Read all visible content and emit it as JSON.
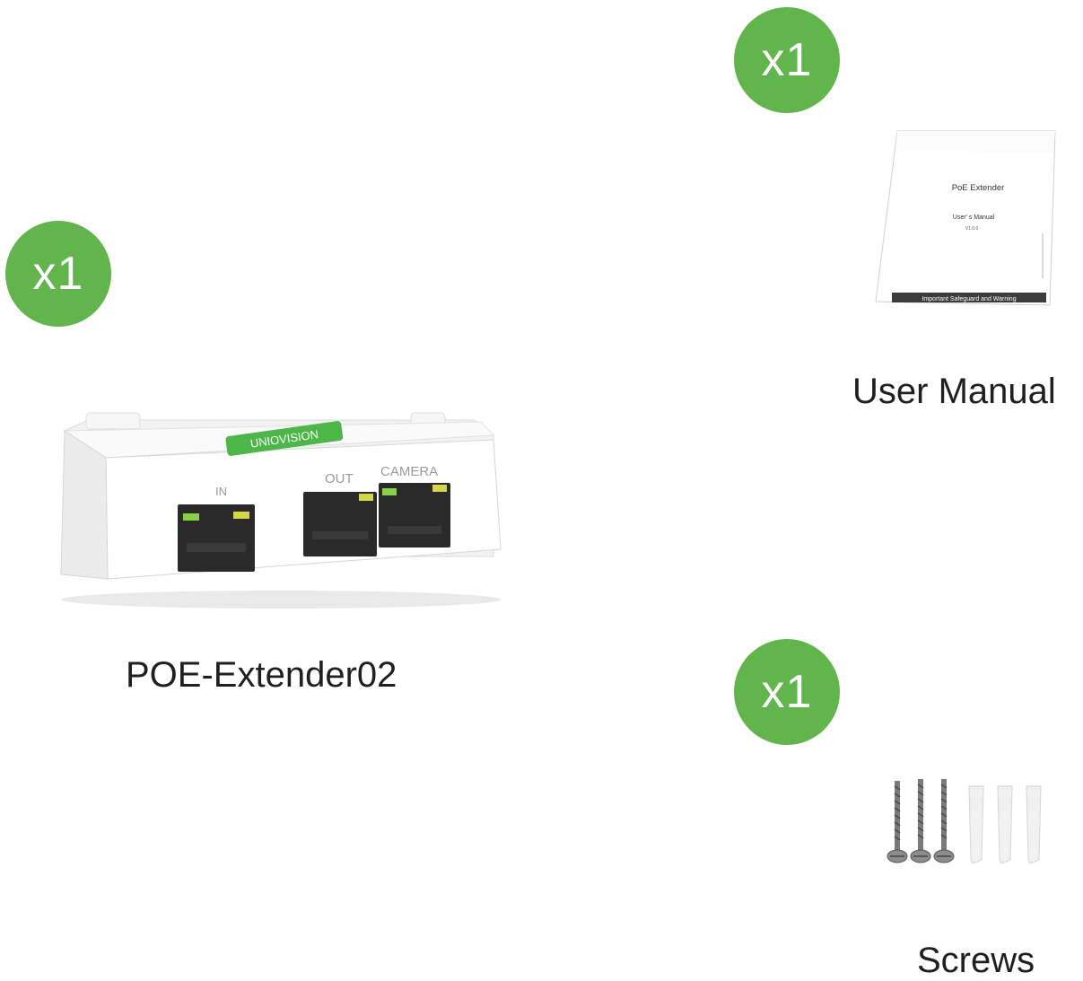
{
  "colors": {
    "badge_green": "#62b54c",
    "device_label_green": "#4cb649",
    "led_green": "#8ad04a",
    "led_yellow": "#d4d64a"
  },
  "items": [
    {
      "id": "device",
      "quantity": "x1",
      "label": "POE-Extender02",
      "device": {
        "brand": "UNIOVISION",
        "port_in": "IN",
        "port_out": "OUT",
        "port_camera": "CAMERA"
      }
    },
    {
      "id": "manual",
      "quantity": "x1",
      "label": "User Manual",
      "manual": {
        "title": "PoE Extender",
        "subtitle": "User' s Manual",
        "version": "V1.0.0",
        "footer": "Important Safeguard and Warning"
      }
    },
    {
      "id": "screws",
      "quantity": "x1",
      "label": "Screws"
    }
  ],
  "icons": {
    "device": "poe-extender-device-icon",
    "manual": "user-manual-booklet-icon",
    "screws": "screws-and-anchors-icon"
  }
}
